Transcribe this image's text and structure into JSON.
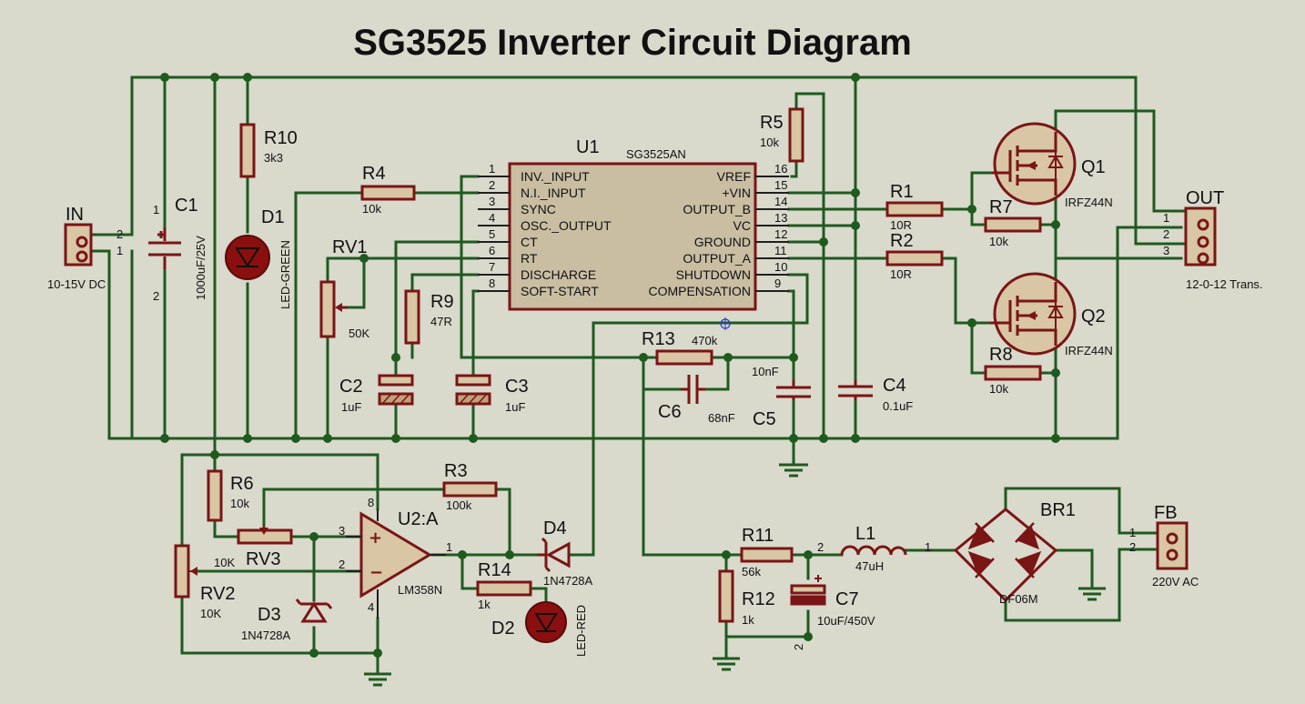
{
  "title": "SG3525 Inverter Circuit Diagram",
  "u1": {
    "ref": "U1",
    "part": "SG3525AN",
    "left_pins": [
      "INV._INPUT",
      "N.I._INPUT",
      "SYNC",
      "OSC._OUTPUT",
      "CT",
      "RT",
      "DISCHARGE",
      "SOFT-START"
    ],
    "left_nums": [
      "1",
      "2",
      "3",
      "4",
      "5",
      "6",
      "7",
      "8"
    ],
    "right_pins": [
      "VREF",
      "+VIN",
      "OUTPUT_B",
      "VC",
      "GROUND",
      "OUTPUT_A",
      "SHUTDOWN",
      "COMPENSATION"
    ],
    "right_nums": [
      "16",
      "15",
      "14",
      "13",
      "12",
      "11",
      "10",
      "9"
    ]
  },
  "in": {
    "ref": "IN",
    "label": "10-15V DC",
    "pin1": "1",
    "pin2": "2"
  },
  "out": {
    "ref": "OUT",
    "label": "12-0-12 Trans.",
    "pin1": "1",
    "pin2": "2",
    "pin3": "3"
  },
  "fb": {
    "ref": "FB",
    "label": "220V AC",
    "pin1": "1",
    "pin2": "2"
  },
  "c1": {
    "ref": "C1",
    "value": "1000uF/25V",
    "pin1": "1",
    "pin2": "2"
  },
  "r10": {
    "ref": "R10",
    "value": "3k3"
  },
  "d1": {
    "ref": "D1",
    "value": "LED-GREEN"
  },
  "r4": {
    "ref": "R4",
    "value": "10k"
  },
  "rv1": {
    "ref": "RV1",
    "value": "50K"
  },
  "r9": {
    "ref": "R9",
    "value": "47R"
  },
  "c2": {
    "ref": "C2",
    "value": "1uF"
  },
  "c3": {
    "ref": "C3",
    "value": "1uF"
  },
  "r5": {
    "ref": "R5",
    "value": "10k"
  },
  "r13": {
    "ref": "R13",
    "value": "470k"
  },
  "c6": {
    "ref": "C6",
    "value": "68nF"
  },
  "c5": {
    "ref": "C5",
    "value": "10nF"
  },
  "c4": {
    "ref": "C4",
    "value": "0.1uF"
  },
  "r1": {
    "ref": "R1",
    "value": "10R"
  },
  "r2": {
    "ref": "R2",
    "value": "10R"
  },
  "r7": {
    "ref": "R7",
    "value": "10k"
  },
  "r8": {
    "ref": "R8",
    "value": "10k"
  },
  "q1": {
    "ref": "Q1",
    "value": "IRFZ44N"
  },
  "q2": {
    "ref": "Q2",
    "value": "IRFZ44N"
  },
  "r6": {
    "ref": "R6",
    "value": "10k"
  },
  "rv3": {
    "ref": "RV3",
    "value": "10K"
  },
  "rv2": {
    "ref": "RV2",
    "value": "10K"
  },
  "d3": {
    "ref": "D3",
    "value": "1N4728A"
  },
  "u2": {
    "ref": "U2:A",
    "value": "LM358N",
    "p1": "1",
    "p2": "2",
    "p3": "3",
    "p4": "4",
    "p8": "8"
  },
  "r3": {
    "ref": "R3",
    "value": "100k"
  },
  "d4": {
    "ref": "D4",
    "value": "1N4728A"
  },
  "r14": {
    "ref": "R14",
    "value": "1k"
  },
  "d2": {
    "ref": "D2",
    "value": "LED-RED"
  },
  "r11": {
    "ref": "R11",
    "value": "56k"
  },
  "r12": {
    "ref": "R12",
    "value": "1k"
  },
  "l1": {
    "ref": "L1",
    "value": "47uH",
    "p1": "1",
    "p2": "2"
  },
  "c7": {
    "ref": "C7",
    "value": "10uF/450V",
    "p2": "2"
  },
  "br1": {
    "ref": "BR1",
    "value": "DF06M"
  }
}
